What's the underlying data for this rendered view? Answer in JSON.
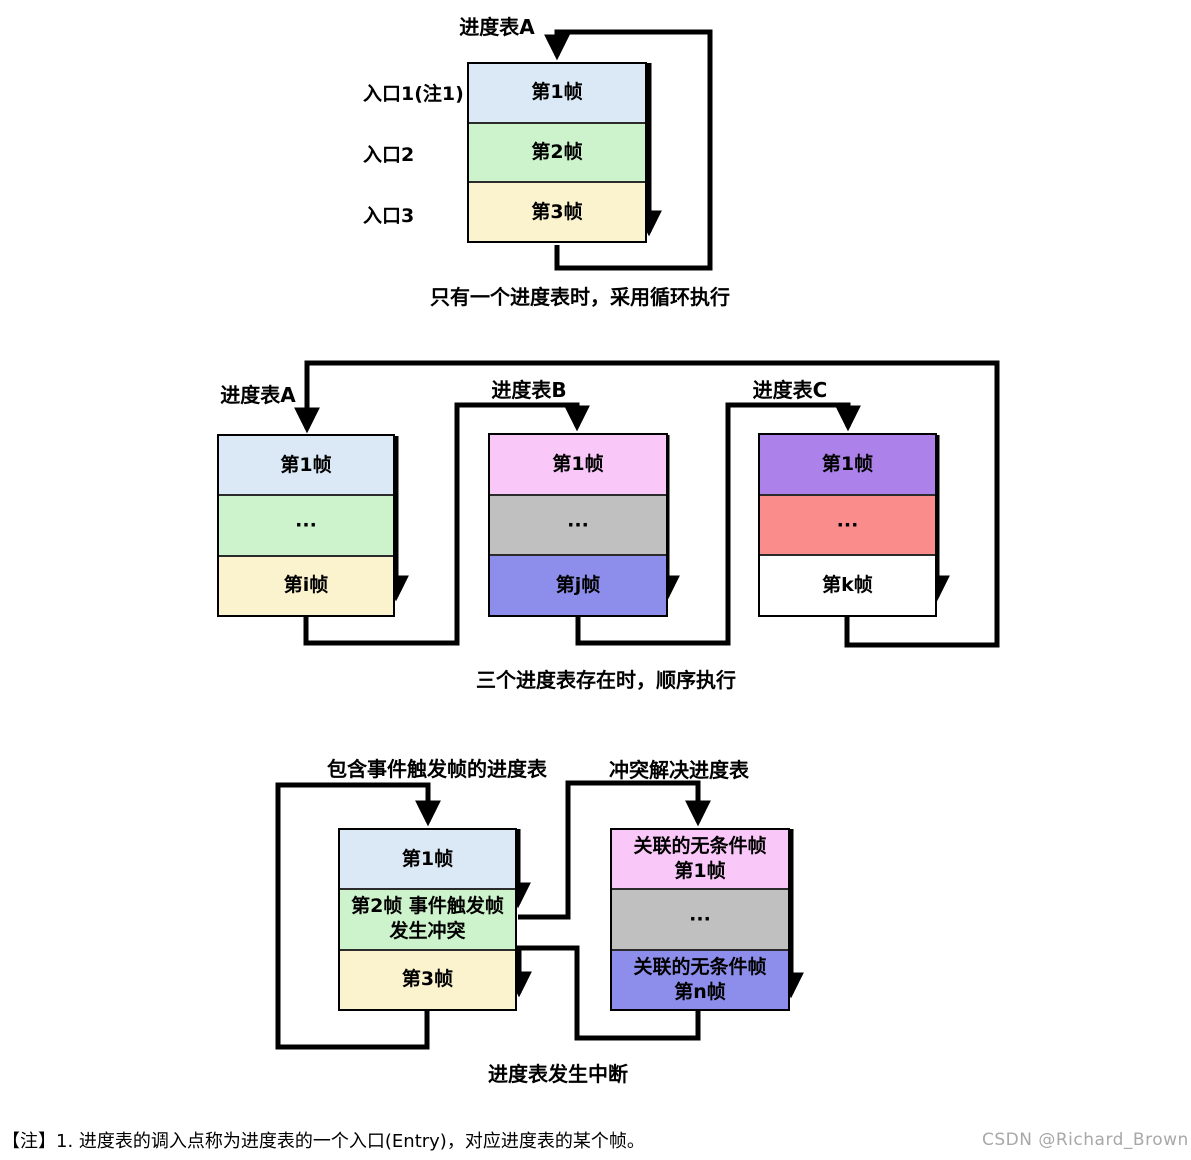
{
  "palette": {
    "light_blue": "#dbe9f6",
    "light_green": "#ccf3cb",
    "cream": "#fbf3ce",
    "pink": "#fac7f9",
    "gray": "#c0c0c0",
    "periwinkle": "#8d8deb",
    "purple": "#ac81ea",
    "salmon": "#fa8c8c",
    "white": "#ffffff",
    "line": "#000000",
    "watermark_gray": "#a8a8a8"
  },
  "single_table_diagram": {
    "title": "进度表A",
    "entry_labels": [
      "入口1(注1)",
      "入口2",
      "入口3"
    ],
    "frames": [
      {
        "label": "第1帧",
        "color": "#dbe9f6"
      },
      {
        "label": "第2帧",
        "color": "#ccf3cb"
      },
      {
        "label": "第3帧",
        "color": "#fbf3ce"
      }
    ],
    "caption": "只有一个进度表时，采用循环执行"
  },
  "three_table_diagram": {
    "tables": [
      {
        "title": "进度表A",
        "frames": [
          {
            "label": "第1帧",
            "color": "#dbe9f6"
          },
          {
            "label": "···",
            "color": "#ccf3cb"
          },
          {
            "label": "第i帧",
            "color": "#fbf3ce"
          }
        ]
      },
      {
        "title": "进度表B",
        "frames": [
          {
            "label": "第1帧",
            "color": "#fac7f9"
          },
          {
            "label": "···",
            "color": "#c0c0c0"
          },
          {
            "label": "第j帧",
            "color": "#8d8deb"
          }
        ]
      },
      {
        "title": "进度表C",
        "frames": [
          {
            "label": "第1帧",
            "color": "#ac81ea"
          },
          {
            "label": "···",
            "color": "#fa8c8c"
          },
          {
            "label": "第k帧",
            "color": "#ffffff"
          }
        ]
      }
    ],
    "caption": "三个进度表存在时，顺序执行"
  },
  "interrupt_diagram": {
    "event_table": {
      "title": "包含事件触发帧的进度表",
      "frames": [
        {
          "label": "第1帧",
          "color": "#dbe9f6"
        },
        {
          "label": "第2帧 事件触发帧",
          "label2": "发生冲突",
          "color": "#ccf3cb"
        },
        {
          "label": "第3帧",
          "color": "#fbf3ce"
        }
      ]
    },
    "resolve_table": {
      "title": "冲突解决进度表",
      "frames": [
        {
          "label": "关联的无条件帧",
          "label2": "第1帧",
          "color": "#fac7f9"
        },
        {
          "label": "···",
          "color": "#c0c0c0"
        },
        {
          "label": "关联的无条件帧",
          "label2": "第n帧",
          "color": "#8d8deb"
        }
      ]
    },
    "caption": "进度表发生中断"
  },
  "footnote": "【注】1. 进度表的调入点称为进度表的一个入口(Entry)，对应进度表的某个帧。",
  "watermark": "CSDN @Richard_Brown"
}
